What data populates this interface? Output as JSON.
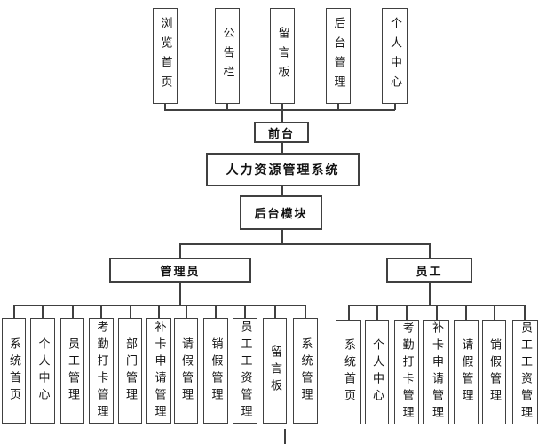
{
  "front": {
    "label": "前台",
    "modules": [
      "浏览首页",
      "公告栏",
      "留言板",
      "后台管理",
      "个人中心"
    ]
  },
  "root": {
    "label": "人力资源管理系统"
  },
  "backend": {
    "label": "后台模块"
  },
  "roles": [
    {
      "label": "管理员",
      "modules": [
        "系统首页",
        "个人中心",
        "员工管理",
        "考勤打卡管理",
        "部门管理",
        "补卡申请管理",
        "请假管理",
        "销假管理",
        "员工工资管理",
        "留言板",
        "系统管理"
      ]
    },
    {
      "label": "员工",
      "modules": [
        "系统首页",
        "个人中心",
        "考勤打卡管理",
        "补卡申请管理",
        "请假管理",
        "销假管理",
        "员工工资管理"
      ]
    }
  ],
  "colors": {
    "line": "#404040",
    "text": "#141414",
    "background": "#ffffff"
  }
}
